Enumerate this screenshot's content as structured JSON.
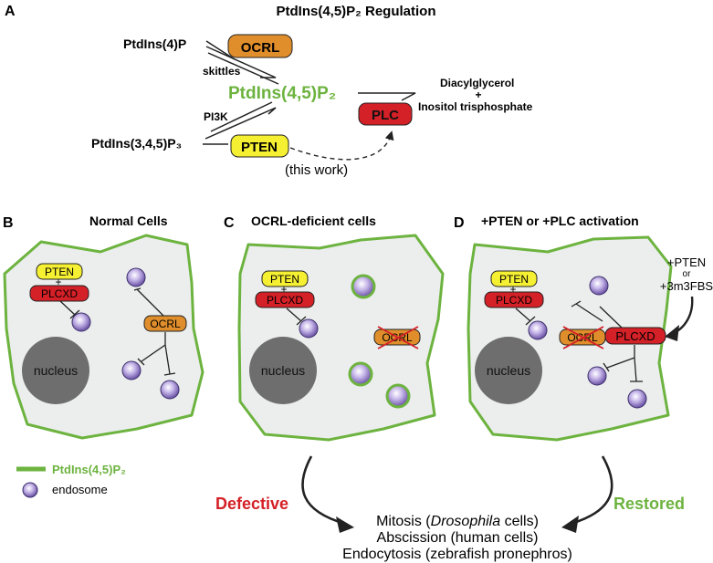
{
  "panel_a": {
    "letter": "A",
    "title": "PtdIns(4,5)P₂ Regulation",
    "pi4p": "PtdIns(4)P",
    "ocrl": "OCRL",
    "skittles": "skittles",
    "pip2": "PtdIns(4,5)P₂",
    "products_1": "Diacylglycerol",
    "products_plus": "+",
    "products_2": "Inositol trisphosphate",
    "plc": "PLC",
    "pi3k": "PI3K",
    "pip3": "PtdIns(3,4,5)P₃",
    "pten": "PTEN",
    "this_work": "(this work)"
  },
  "panel_b": {
    "letter": "B",
    "title": "Normal Cells",
    "pten": "PTEN",
    "plus": "+",
    "plcxd": "PLCXD",
    "ocrl": "OCRL",
    "nucleus": "nucleus"
  },
  "panel_c": {
    "letter": "C",
    "title": "OCRL-deficient cells",
    "pten": "PTEN",
    "plus": "+",
    "plcxd": "PLCXD",
    "ocrl": "OCRL",
    "nucleus": "nucleus"
  },
  "panel_d": {
    "letter": "D",
    "title": "+PTEN or +PLC activation",
    "pten": "PTEN",
    "plus": "+",
    "plcxd": "PLCXD",
    "ocrl": "OCRL",
    "plcxd2": "PLCXD",
    "nucleus": "nucleus",
    "treat_1": "+PTEN",
    "treat_or": "or",
    "treat_2": "+3m3FBS"
  },
  "legend": {
    "pip2": "PtdIns(4,5)P₂",
    "endosome": "endosome"
  },
  "outcome": {
    "defective": "Defective",
    "restored": "Restored",
    "line1_a": "Mitosis (",
    "line1_b": "Drosophila",
    "line1_c": " cells)",
    "line2": "Abscission (human cells)",
    "line3": "Endocytosis (zebrafish pronephros)"
  },
  "colors": {
    "green": "#6db33f",
    "orange": "#e08e2b",
    "red": "#d42027",
    "yellow": "#f6f032",
    "cell_fill": "#eceeee",
    "nucleus": "#6e6e6e",
    "endosome": "#a793cf"
  }
}
